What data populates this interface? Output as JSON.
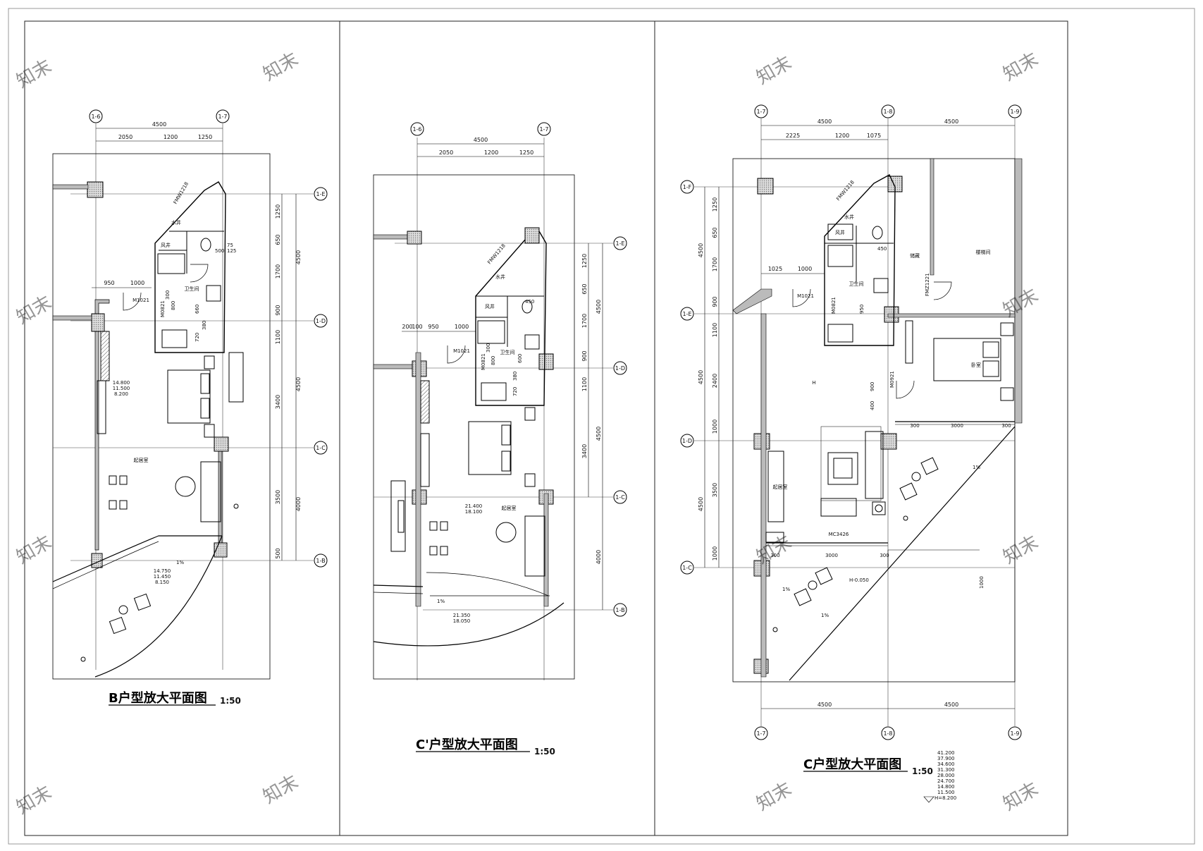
{
  "sheet": {
    "watermark": "知末"
  },
  "plan_b": {
    "title": "B户型放大平面图",
    "scale": "1:50",
    "axes_top": [
      "1-6",
      "1-7"
    ],
    "axes_right": [
      "1-E",
      "1-D",
      "1-C",
      "1-B"
    ],
    "dims_top_total": "4500",
    "dims_top_parts": [
      "2050",
      "1200",
      "1250"
    ],
    "dims_right": [
      "1250",
      "650",
      "1700",
      "900",
      "1100",
      "3400",
      "3500",
      "500"
    ],
    "dims_right_total": [
      "4500",
      "4500",
      "4000"
    ],
    "dims_left": [
      "950",
      "1000"
    ],
    "door_main": "M1021",
    "door_bath": "M0821",
    "door_fmw": "FMW1218",
    "bath_dims": [
      "300",
      "800",
      "660",
      "720",
      "380",
      "500",
      "75",
      "125"
    ],
    "room_bath": "卫生间",
    "room_well": "水井",
    "room_wind": "风井",
    "room_living": "起居室",
    "levels_room": [
      "14.800",
      "11.500",
      "8.200"
    ],
    "levels_balcony": [
      "14.750",
      "11.450",
      "8.150"
    ],
    "slope": "1%"
  },
  "plan_c1": {
    "title": "C'户型放大平面图",
    "scale": "1:50",
    "axes_top": [
      "1-6",
      "1-7"
    ],
    "axes_right": [
      "1-E",
      "1-D",
      "1-C",
      "1-B"
    ],
    "dims_top_total": "4500",
    "dims_top_parts": [
      "2050",
      "1200",
      "1250"
    ],
    "dims_right": [
      "1250",
      "650",
      "1700",
      "900",
      "1100",
      "3400",
      "4000"
    ],
    "dims_right_total": [
      "4500",
      "4500"
    ],
    "dims_left": [
      "200",
      "100",
      "950",
      "1000"
    ],
    "door_main": "M1021",
    "door_bath": "M0821",
    "door_fmw": "FMW1218",
    "bath_dims": [
      "300",
      "800",
      "600",
      "380",
      "720",
      "450"
    ],
    "room_bath": "卫生间",
    "room_well": "水井",
    "room_wind": "风井",
    "room_living": "起居室",
    "levels_room": [
      "21.400",
      "18.100"
    ],
    "levels_balcony": [
      "21.350",
      "18.050"
    ],
    "slope": "1%"
  },
  "plan_c": {
    "title": "C户型放大平面图",
    "scale": "1:50",
    "axes_top": [
      "1-7",
      "1-8",
      "1-9"
    ],
    "axes_left": [
      "1-F",
      "1-E",
      "1-D",
      "1-C"
    ],
    "dims_top_total": [
      "4500",
      "4500"
    ],
    "dims_top_parts": [
      "2225",
      "1200",
      "1075"
    ],
    "dims_bottom": [
      "4500",
      "4500"
    ],
    "dims_left": [
      "1250",
      "650",
      "1700",
      "900",
      "1100",
      "2400",
      "1000",
      "3500",
      "1000"
    ],
    "dims_left_total": [
      "4500",
      "4500",
      "4500"
    ],
    "dims_mid": [
      "1025",
      "1000"
    ],
    "door_main": "M1021",
    "door_bath": "M0821",
    "door_bed": "M0921",
    "door_fmw": "FMW1218",
    "door_fmz": "FMZ1221",
    "door_mc": "MC3426",
    "dims_window": [
      "300",
      "3000",
      "300"
    ],
    "dims_window2": [
      "300",
      "3000",
      "300"
    ],
    "dims_misc": [
      "450",
      "950",
      "900",
      "400",
      "1000"
    ],
    "room_bath": "卫生间",
    "room_well": "水井",
    "room_wind": "风井",
    "room_living": "起居室",
    "room_bed": "卧室",
    "room_stair": "楼梯间",
    "room_storage": "储藏",
    "level_h": "H",
    "level_balcony": "H-0.050",
    "slope": "1%",
    "level_list": [
      "41.200",
      "37.900",
      "34.600",
      "31.300",
      "28.000",
      "24.700",
      "14.800",
      "11.500",
      "H=8.200"
    ]
  }
}
